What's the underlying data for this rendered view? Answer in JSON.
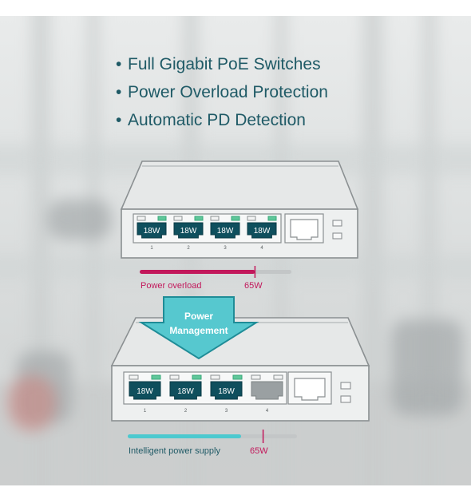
{
  "features": [
    "Full Gigabit PoE Switches",
    "Power Overload Protection",
    "Automatic PD Detection"
  ],
  "top_switch": {
    "ports": [
      {
        "label": "18W",
        "number": "1",
        "active": true
      },
      {
        "label": "18W",
        "number": "2",
        "active": true
      },
      {
        "label": "18W",
        "number": "3",
        "active": true
      },
      {
        "label": "18W",
        "number": "4",
        "active": true
      }
    ],
    "bar": {
      "label": "Power overload",
      "limit_label": "65W",
      "fill_fraction": 0.76,
      "limit_fraction": 0.76
    }
  },
  "arrow": {
    "line1": "Power",
    "line2": "Management"
  },
  "bottom_switch": {
    "ports": [
      {
        "label": "18W",
        "number": "1",
        "active": true
      },
      {
        "label": "18W",
        "number": "2",
        "active": true
      },
      {
        "label": "18W",
        "number": "3",
        "active": true
      },
      {
        "label": "",
        "number": "4",
        "active": false
      }
    ],
    "bar": {
      "label": "Intelligent power supply",
      "limit_label": "65W",
      "fill_fraction": 0.67,
      "limit_fraction": 0.8
    }
  },
  "colors": {
    "text_dark": "#1f5a66",
    "port_dark": "#0f4f5d",
    "port_off": "#9aa0a2",
    "led_green": "#5fc79a",
    "magenta": "#c2185b",
    "cyan": "#4cc9cf",
    "bar_track": "#c3c6c7"
  }
}
